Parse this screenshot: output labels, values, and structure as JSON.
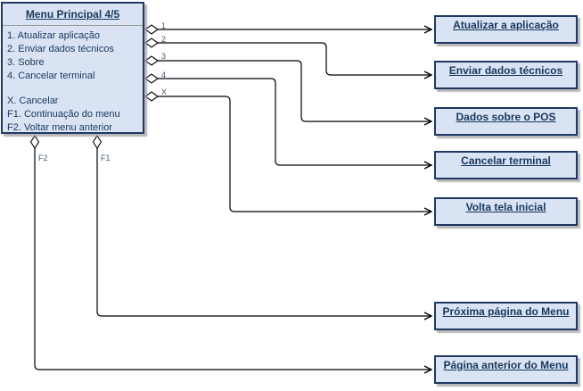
{
  "diagram": {
    "main_menu": {
      "title": "Menu Principal 4/5",
      "items": [
        "1. Atualizar aplicação",
        "2. Enviar dados técnicos",
        "3. Sobre",
        "4. Cancelar terminal",
        "X. Cancelar",
        "F1. Continuação do menu",
        "F2. Voltar menu anterior"
      ]
    },
    "connector_labels": {
      "k1": "1",
      "k2": "2",
      "k3": "3",
      "k4": "4",
      "kx": "X",
      "f1": "F1",
      "f2": "F2"
    },
    "targets": [
      {
        "label": "Atualizar a aplicação"
      },
      {
        "label": "Enviar dados técnicos"
      },
      {
        "label": "Dados sobre o POS"
      },
      {
        "label": "Cancelar terminal"
      },
      {
        "label": "Volta tela inicial"
      },
      {
        "label": "Próxima página do Menu"
      },
      {
        "label": "Página anterior do Menu"
      }
    ],
    "colors": {
      "node_fill": "#dae3f3",
      "node_stroke": "#1f3864",
      "node_text": "#17375e",
      "connector_line": "#000000",
      "connector_label_text": "#47586b",
      "title_separator": "#999999",
      "shadow": "#a0a0a0",
      "background": "#ffffff"
    }
  }
}
